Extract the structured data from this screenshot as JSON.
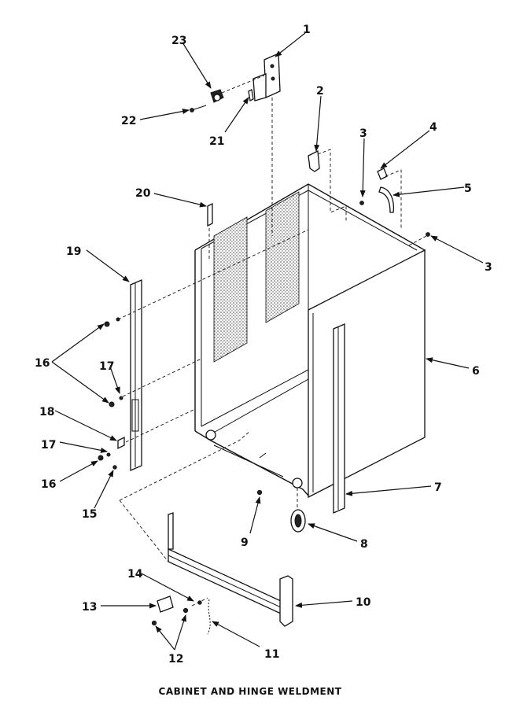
{
  "caption": "CABINET AND HINGE WELDMENT",
  "callouts": {
    "c1": "1",
    "c2": "2",
    "c3a": "3",
    "c3b": "3",
    "c4": "4",
    "c5": "5",
    "c6": "6",
    "c7": "7",
    "c8": "8",
    "c9": "9",
    "c10": "10",
    "c11": "11",
    "c12": "12",
    "c13": "13",
    "c14": "14",
    "c15": "15",
    "c16a": "16",
    "c16b": "16",
    "c17a": "17",
    "c17b": "17",
    "c18": "18",
    "c19": "19",
    "c20": "20",
    "c21": "21",
    "c22": "22",
    "c23": "23"
  }
}
